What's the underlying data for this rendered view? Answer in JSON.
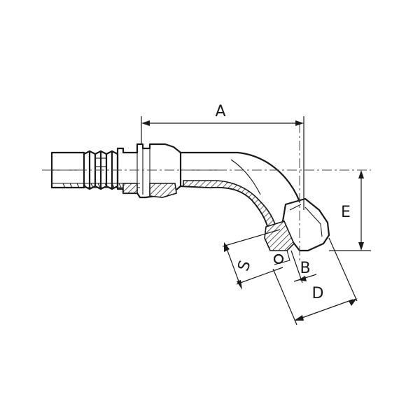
{
  "drawing": {
    "dimension_labels": {
      "A": "A",
      "E": "E",
      "S": "S",
      "B": "B",
      "D": "D"
    }
  }
}
